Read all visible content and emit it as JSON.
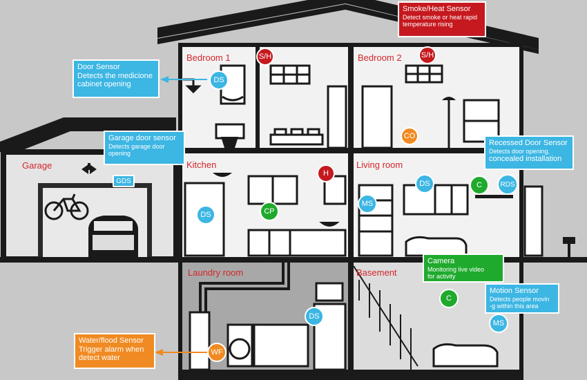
{
  "rooms": {
    "bedroom1": "Bedroom 1",
    "bedroom2": "Bedroom 2",
    "garage": "Garage",
    "kitchen": "Kitchen",
    "living_room": "Living room",
    "laundry_room": "Laundry room",
    "basement": "Basement"
  },
  "badges": {
    "sh": "S/H",
    "ds": "DS",
    "co": "CO",
    "h": "H",
    "cp": "CP",
    "ms": "MS",
    "c": "C",
    "rds": "RDS",
    "gds": "GDS",
    "wf": "WF"
  },
  "callouts": {
    "smoke": {
      "title": "Smoke/Heat Sensor",
      "line1": "Detect smoke or heat rapid",
      "line2": "temperature rising"
    },
    "door": {
      "title": "Door Sensor",
      "line1": "Detects the medicione",
      "line2": "cabinet opening"
    },
    "garage_door": {
      "title": "Garage door sensor",
      "line1": "Detects garage door",
      "line2": "opening"
    },
    "recessed": {
      "title": "Recessed Door Sensor",
      "line1": "Detects door opening,",
      "line2": "concealed installation"
    },
    "camera": {
      "title": "Camera",
      "line1": "Monitoring live video",
      "line2": "for activity"
    },
    "motion": {
      "title": "Motion Sensor",
      "line1": "Detects people movin",
      "line2": "-g within this area"
    },
    "water": {
      "title": "Water/flood Sensor",
      "line1": "Trigger alarm when",
      "line2": "detect water"
    }
  },
  "colors": {
    "red": "#c5191f",
    "blue": "#3cb6e3",
    "green": "#1faa2d",
    "orange": "#f08a22",
    "outline": "#1a1a1a",
    "room_light": "#f2f2f2",
    "room_mid": "#dcdcdc",
    "room_dark": "#a8a8a8"
  }
}
